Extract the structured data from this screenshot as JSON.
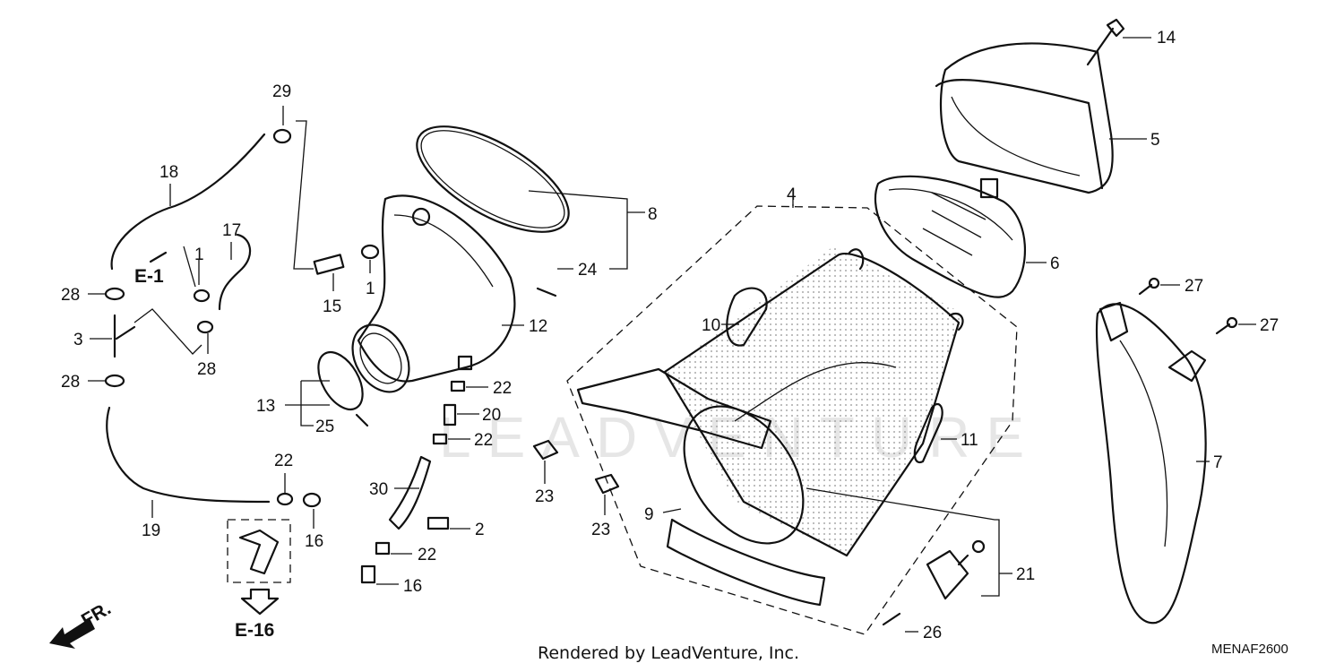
{
  "watermark": "LEADVENTURE",
  "footer": {
    "credit": "Rendered by LeadVenture, Inc.",
    "code": "MENAF2600"
  },
  "direction": {
    "label": "FR."
  },
  "references": {
    "e1": "E-1",
    "e16": "E-16"
  },
  "callouts": {
    "c1a": "1",
    "c1b": "1",
    "c2": "2",
    "c3": "3",
    "c4": "4",
    "c5": "5",
    "c6": "6",
    "c7": "7",
    "c8": "8",
    "c9": "9",
    "c10": "10",
    "c11": "11",
    "c12": "12",
    "c13": "13",
    "c14": "14",
    "c15": "15",
    "c16a": "16",
    "c16b": "16",
    "c17": "17",
    "c18": "18",
    "c19": "19",
    "c20": "20",
    "c21": "21",
    "c22a": "22",
    "c22b": "22",
    "c22c": "22",
    "c22d": "22",
    "c23a": "23",
    "c23b": "23",
    "c24": "24",
    "c25": "25",
    "c26": "26",
    "c27a": "27",
    "c27b": "27",
    "c28a": "28",
    "c28b": "28",
    "c28c": "28",
    "c29": "29",
    "c30": "30"
  }
}
